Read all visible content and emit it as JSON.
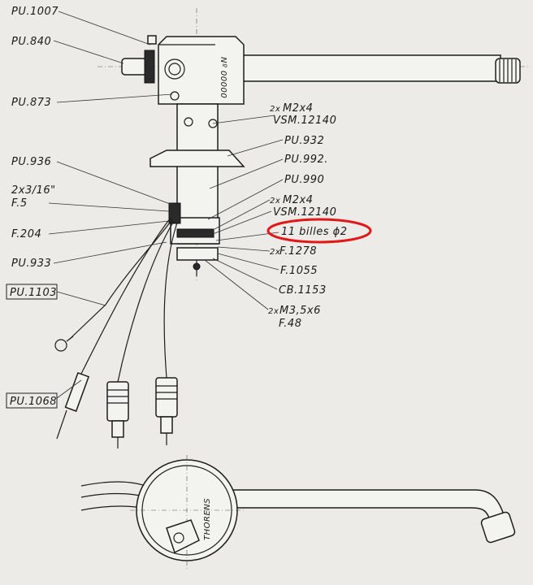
{
  "diagram": {
    "labels": {
      "pu1007": "PU.1007",
      "pu840": "PU.840",
      "pu873": "PU.873",
      "m2x4_top_qty": "2x",
      "m2x4_top": "M2x4",
      "vsm_top": "VSM.12140",
      "pu932": "PU.932",
      "pu992": "PU.992.",
      "pu936": "PU.936",
      "pu990": "PU.990",
      "f5_qty": "2x3/16\"",
      "f5": "F.5",
      "m2x4_mid_qty": "2x",
      "m2x4_mid": "M2x4",
      "vsm_mid": "VSM.12140",
      "f204": "F.204",
      "billes": "11 billes ϕ2",
      "f1278_qty": "2x",
      "f1278": "F.1278",
      "pu933": "PU.933",
      "f1055": "F.1055",
      "pu1103": "PU.1103",
      "cb1153": "CB.1153",
      "m35_qty": "2x",
      "m35": "M3,5x6",
      "f48": "F.48",
      "pu1068": "PU.1068",
      "serial": "Nº 00000",
      "brand": "THORENS"
    },
    "highlight_color": "#e01818"
  }
}
